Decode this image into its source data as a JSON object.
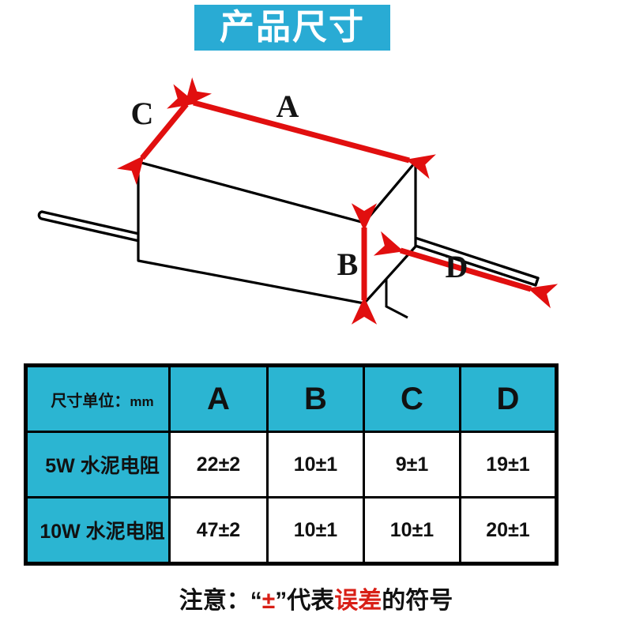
{
  "title": {
    "text": "产品尺寸",
    "banner_color": "#29abd4",
    "text_color": "#ffffff"
  },
  "diagram": {
    "description": "3D isometric drawing of a cement resistor body with two axial lead wires",
    "accent_color": "#e10f0f",
    "line_color": "#000000",
    "labels": {
      "a": "A",
      "b": "B",
      "c": "C",
      "d": "D"
    }
  },
  "table": {
    "header": {
      "unit_label": "尺寸单位：",
      "unit_value": "mm",
      "columns": [
        "A",
        "B",
        "C",
        "D"
      ]
    },
    "header_bg": "#2bb5d2",
    "rows": [
      {
        "label": "5W 水泥电阻",
        "values": [
          "22±2",
          "10±1",
          "9±1",
          "19±1"
        ]
      },
      {
        "label": "10W 水泥电阻",
        "values": [
          "47±2",
          "10±1",
          "10±1",
          "20±1"
        ]
      }
    ]
  },
  "footnote": {
    "prefix": "注意：“",
    "symbol": "±",
    "middle": "”代表",
    "highlight": "误差",
    "suffix": "的符号",
    "highlight_color": "#d81f16"
  }
}
